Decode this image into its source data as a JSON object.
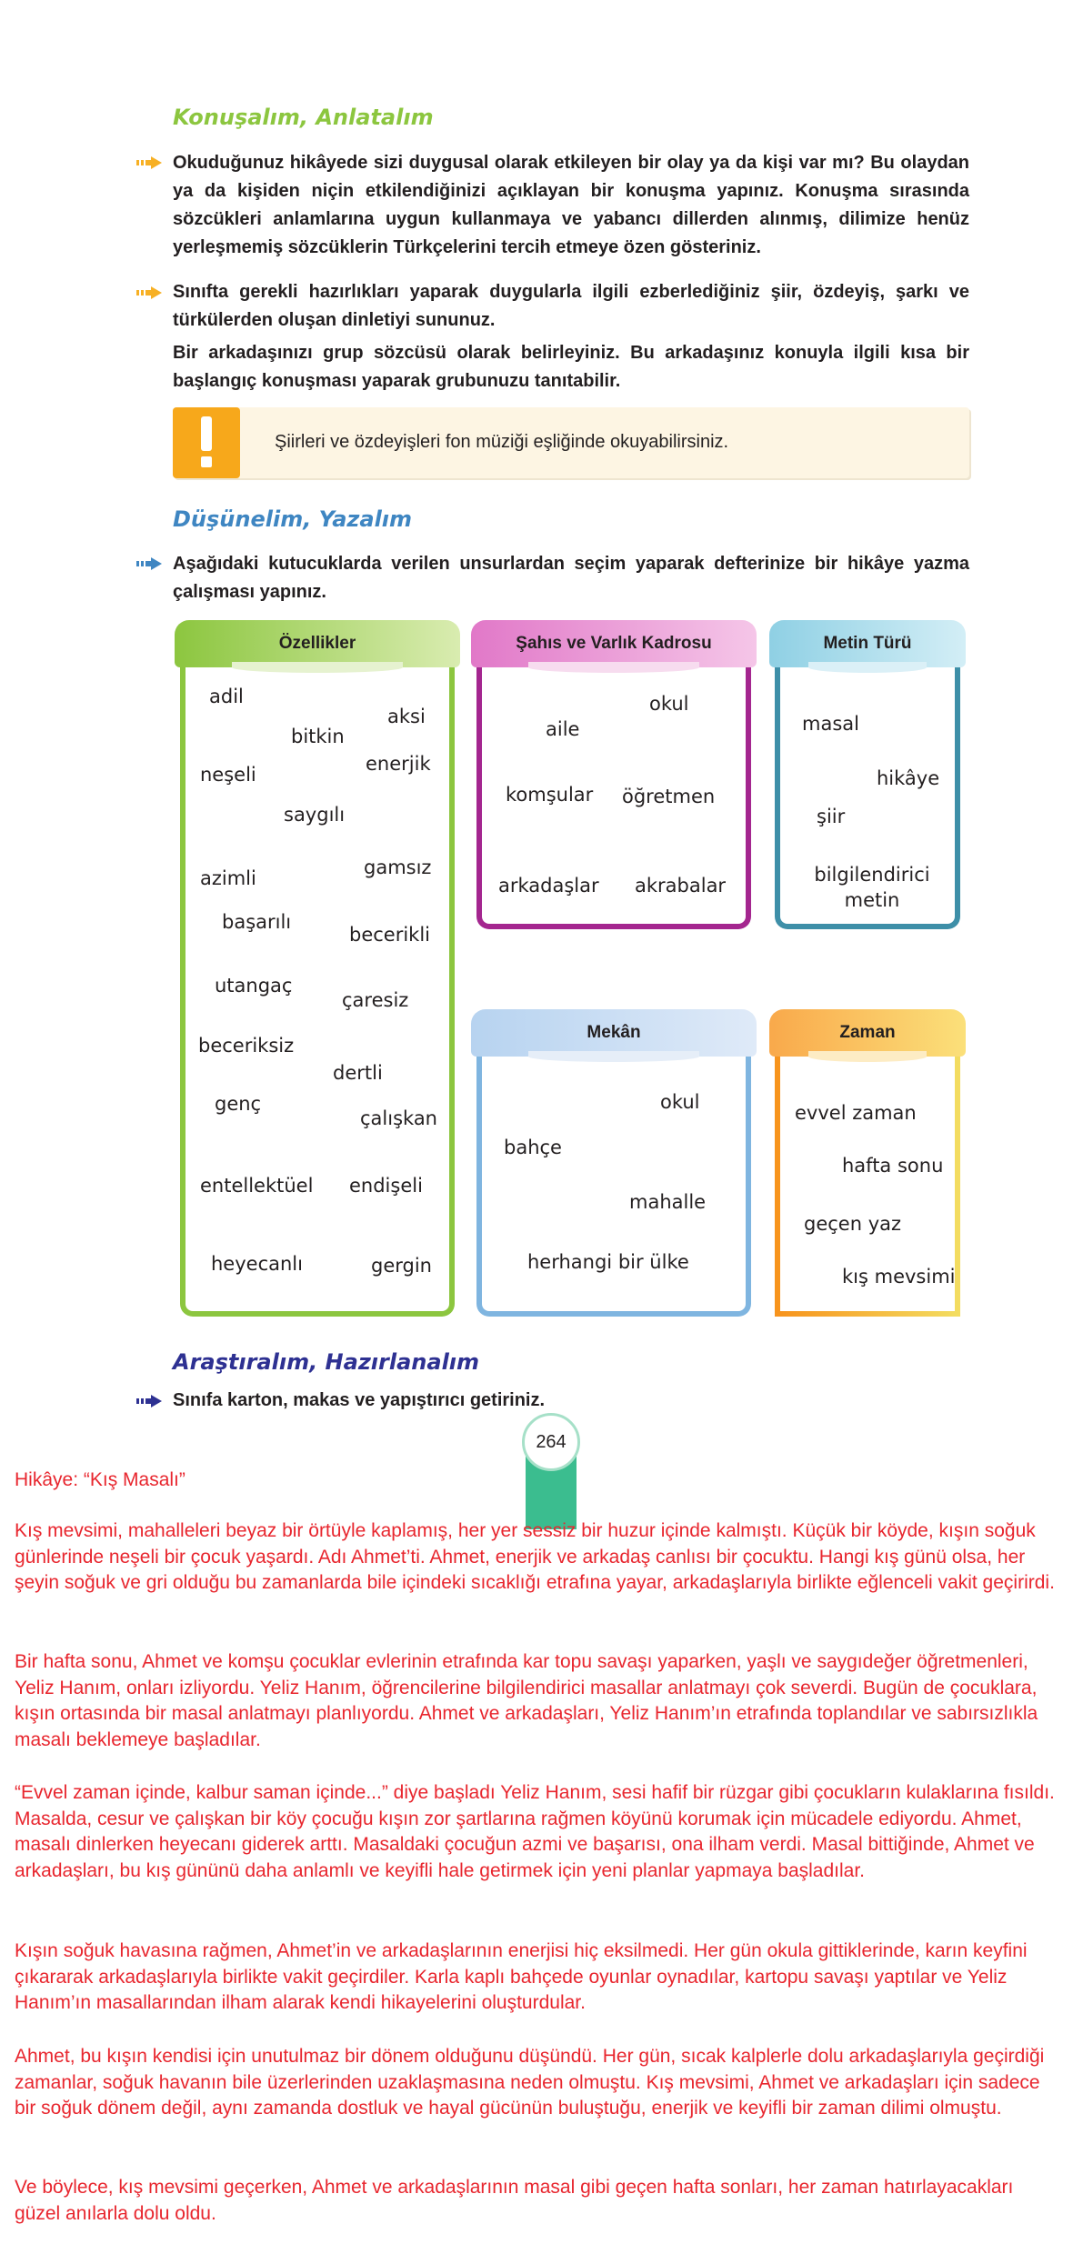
{
  "konusalim": {
    "title": "Konuşalım, Anlatalım",
    "p1": "Okuduğunuz hikâyede sizi duygusal olarak etkileyen bir olay ya da kişi var mı? Bu olaydan ya da kişiden niçin etkilendiğinizi açıklayan bir konuşma yapınız. Konuşma sırasında sözcükleri anlamlarına uygun kullanmaya ve yabancı dillerden alınmış, dilimize henüz yerleşmemiş sözcüklerin Türkçelerini tercih etmeye özen gösteriniz.",
    "p2": "Sınıfta gerekli hazırlıkları yaparak duygularla ilgili ezberlediğiniz şiir, özdeyiş, şarkı ve türkülerden oluşan dinletiyi sununuz.",
    "p3": "Bir arkadaşınızı grup sözcüsü olarak belirleyiniz. Bu arkadaşınız konuyla ilgili kısa bir başlangıç konuşması yaparak grubunuzu tanıtabilir.",
    "note": "Şiirleri ve özdeyişleri fon müziği eşliğinde okuyabilirsiniz."
  },
  "dusunelim": {
    "title": "Düşünelim, Yazalım",
    "p1": "Aşağıdaki kutucuklarda verilen unsurlardan seçim yaparak defterinize bir hikâye yazma çalışması yapınız."
  },
  "boxes": {
    "ozellikler": {
      "title": "Özellikler",
      "words": [
        "adil",
        "aksi",
        "bitkin",
        "enerjik",
        "neşeli",
        "saygılı",
        "gamsız",
        "azimli",
        "başarılı",
        "becerikli",
        "utangaç",
        "çaresiz",
        "beceriksiz",
        "dertli",
        "genç",
        "çalışkan",
        "entellektüel",
        "endişeli",
        "heyecanlı",
        "gergin"
      ]
    },
    "sahis": {
      "title": "Şahıs ve Varlık Kadrosu",
      "words": [
        "okul",
        "aile",
        "komşular",
        "öğretmen",
        "arkadaşlar",
        "akrabalar"
      ]
    },
    "metin": {
      "title": "Metin Türü",
      "words": [
        "masal",
        "hikâye",
        "şiir",
        "bilgilendirici metin"
      ]
    },
    "mekan": {
      "title": "Mekân",
      "words": [
        "okul",
        "bahçe",
        "mahalle",
        "herhangi bir ülke"
      ]
    },
    "zaman": {
      "title": "Zaman",
      "words": [
        "evvel zaman",
        "hafta sonu",
        "geçen yaz",
        "kış mevsimi"
      ]
    }
  },
  "arastiralim": {
    "title": "Araştıralım, Hazırlanalım",
    "p1": "Sınıfa karton, makas ve yapıştırıcı getiriniz."
  },
  "page_number": "264",
  "story": {
    "title": "Hikâye: “Kış Masalı”",
    "paragraphs": [
      "Kış mevsimi, mahalleleri beyaz bir örtüyle kaplamış, her yer sessiz bir huzur içinde kalmıştı. Küçük bir köyde, kışın soğuk günlerinde neşeli bir çocuk yaşardı. Adı Ahmet’ti. Ahmet, enerjik ve arkadaş canlısı bir çocuktu. Hangi kış günü olsa, her şeyin soğuk ve gri olduğu bu zamanlarda bile içindeki sıcaklığı etrafına yayar, arkadaşlarıyla birlikte eğlenceli vakit geçirirdi.",
      "Bir hafta sonu, Ahmet ve komşu çocuklar evlerinin etrafında kar topu savaşı yaparken, yaşlı ve saygıdeğer öğretmenleri, Yeliz Hanım, onları izliyordu. Yeliz Hanım, öğrencilerine bilgilendirici masallar anlatmayı çok severdi. Bugün de çocuklara, kışın ortasında bir masal anlatmayı planlıyordu. Ahmet ve arkadaşları, Yeliz Hanım’ın etrafında toplandılar ve sabırsızlıkla masalı beklemeye başladılar.",
      "“Evvel zaman içinde, kalbur saman içinde...” diye başladı Yeliz Hanım, sesi hafif bir rüzgar gibi çocukların kulaklarına fısıldı. Masalda, cesur ve çalışkan bir köy çocuğu kışın zor şartlarına rağmen köyünü korumak için mücadele ediyordu. Ahmet, masalı dinlerken heyecanı giderek arttı. Masaldaki çocuğun azmi ve başarısı, ona ilham verdi. Masal bittiğinde, Ahmet ve arkadaşları, bu kış gününü daha anlamlı ve keyifli hale getirmek için yeni planlar yapmaya başladılar.",
      "Kışın soğuk havasına rağmen, Ahmet’in ve arkadaşlarının enerjisi hiç eksilmedi. Her gün okula gittiklerinde, karın keyfini çıkararak arkadaşlarıyla birlikte vakit geçirdiler. Karla kaplı bahçede oyunlar oynadılar, kartopu savaşı yaptılar ve Yeliz Hanım’ın masallarından ilham alarak kendi hikayelerini oluşturdular.",
      "Ahmet, bu kışın kendisi için unutulmaz bir dönem olduğunu düşündü. Her gün, sıcak kalplerle dolu arkadaşlarıyla geçirdiği zamanlar, soğuk havanın bile üzerlerinden uzaklaşmasına neden olmuştu. Kış mevsimi, Ahmet ve arkadaşları için sadece bir soğuk dönem değil, aynı zamanda dostluk ve hayal gücünün buluştuğu, enerjik ve keyifli bir zaman dilimi olmuştu.",
      "Ve böylece, kış mevsimi geçerken, Ahmet ve arkadaşlarının masal gibi geçen hafta sonları, her zaman hatırlayacakları güzel anılarla dolu oldu."
    ]
  },
  "colors": {
    "green_title": "#8cc63f",
    "blue_title": "#3f86c2",
    "navy_title": "#2e3192",
    "story_red": "#e8262e",
    "page_tab_green": "#3bbd8f"
  }
}
